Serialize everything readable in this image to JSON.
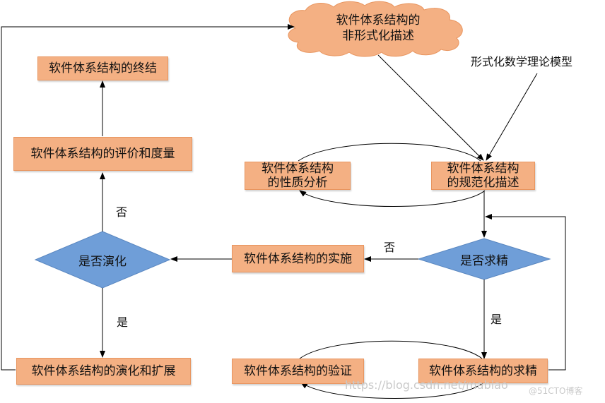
{
  "diagram": {
    "cloud_label": "软件体系结构的\n非形式化描述",
    "math_model_label": "形式化数学理论模型",
    "nodes": {
      "termination": "软件体系结构的终结",
      "evaluation": "软件体系结构的评价和度量",
      "property_analysis": "软件体系结构\n的性质分析",
      "formal_description": "软件体系结构\n的规范化描述",
      "evolve_decision": "是否演化",
      "implementation": "软件体系结构的实施",
      "refine_decision": "是否求精",
      "evolution_expansion": "软件体系结构的演化和扩展",
      "verification": "软件体系结构的验证",
      "refinement": "软件体系结构的求精"
    },
    "edge_labels": {
      "evolve_no": "否",
      "evolve_yes": "是",
      "refine_no": "否",
      "refine_yes": "是"
    }
  },
  "watermark": {
    "url": "https://blog.csdn.net/mabiao",
    "brand": "@51CTO博客"
  },
  "colors": {
    "box_fill": "#f4b083",
    "diamond_fill": "#6f9ed8",
    "cloud_fill": "#f4b083",
    "line": "#000000"
  }
}
